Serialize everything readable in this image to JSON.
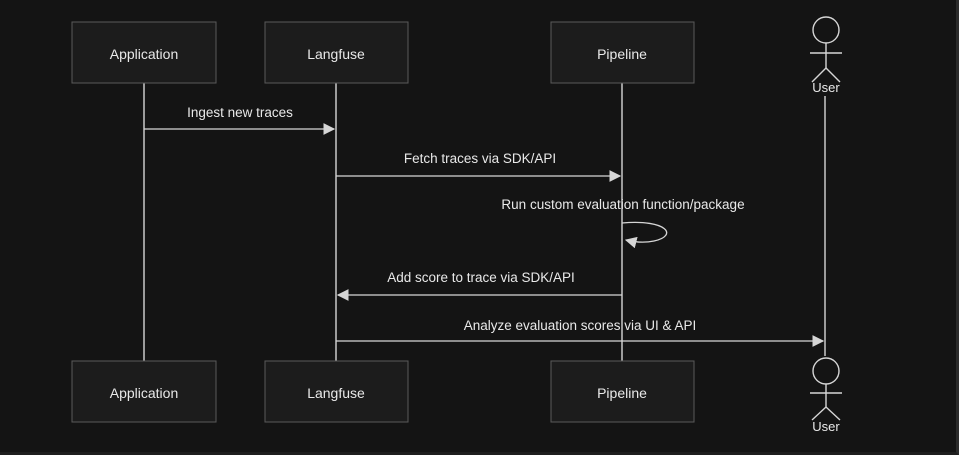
{
  "diagram": {
    "participants": [
      {
        "id": "application",
        "label": "Application"
      },
      {
        "id": "langfuse",
        "label": "Langfuse"
      },
      {
        "id": "pipeline",
        "label": "Pipeline"
      }
    ],
    "actor": {
      "id": "user",
      "label": "User"
    },
    "messages": [
      {
        "from": "application",
        "to": "langfuse",
        "label": "Ingest new traces"
      },
      {
        "from": "langfuse",
        "to": "pipeline",
        "label": "Fetch traces via SDK/API"
      },
      {
        "from": "pipeline",
        "to": "pipeline",
        "label": "Run custom evaluation function/package"
      },
      {
        "from": "pipeline",
        "to": "langfuse",
        "label": "Add score to trace via SDK/API"
      },
      {
        "from": "langfuse",
        "to": "user",
        "label": "Analyze evaluation scores via UI & API"
      }
    ]
  }
}
